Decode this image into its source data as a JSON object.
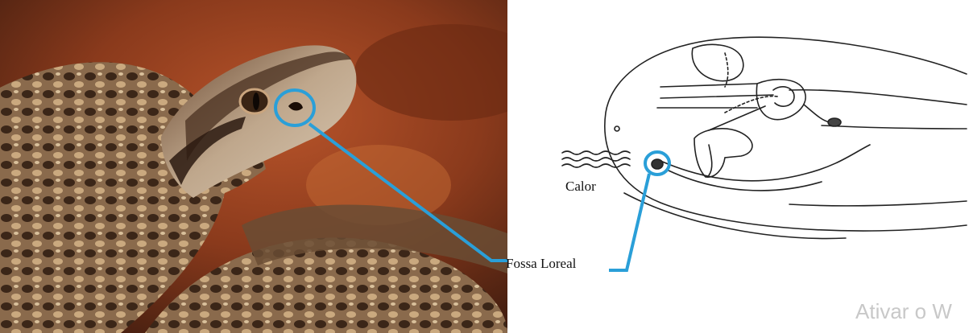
{
  "labels": {
    "fossa_loreal": "Fossa Loreal",
    "calor": "Calor"
  },
  "watermark": {
    "text": "Ativar o W"
  },
  "colors": {
    "highlight": "#2a9fd8",
    "line_art": "#222222",
    "photo_background": "#8a3a1c"
  }
}
